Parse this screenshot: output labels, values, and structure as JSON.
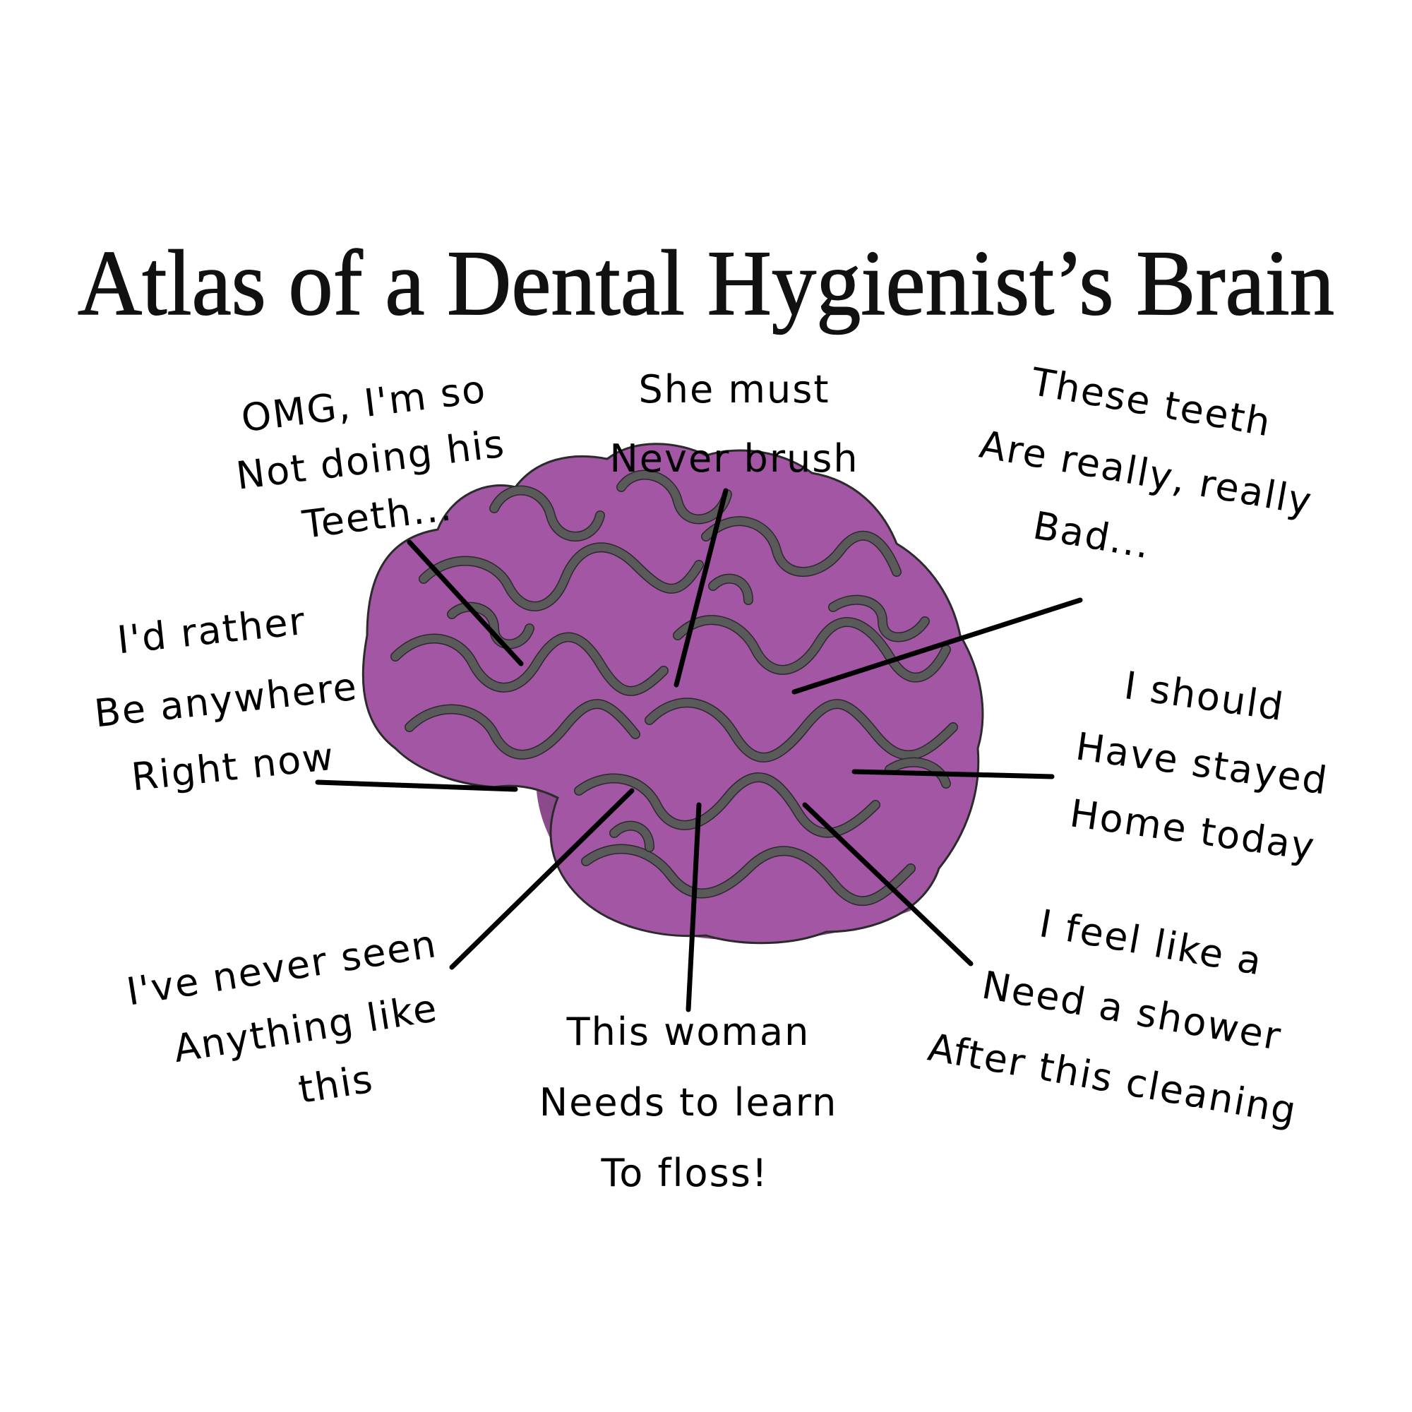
{
  "title": "Atlas of a Dental Hygienist’s Brain",
  "colors": {
    "brain": "#a256a4",
    "brain_dark": "#8a4a8c",
    "folds": "#5a5a5a",
    "text": "#000000"
  },
  "notes": {
    "omg": {
      "l1": "OMG, I'm so",
      "l2": "Not doing his",
      "l3": "Teeth..."
    },
    "she_must": {
      "l1": "She must",
      "l2": "Never brush"
    },
    "these_teeth": {
      "l1": "These teeth",
      "l2": "Are really, really",
      "l3": "Bad..."
    },
    "rather": {
      "l1": "I'd rather",
      "l2": "Be anywhere",
      "l3": "Right now"
    },
    "stayed": {
      "l1": "I should",
      "l2": "Have stayed",
      "l3": "Home today"
    },
    "never_seen": {
      "l1": "I've never seen",
      "l2": "Anything like",
      "l3": "this"
    },
    "floss": {
      "l1": "This woman",
      "l2": "Needs to learn",
      "l3": "To floss!"
    },
    "shower": {
      "l1": "I feel like a",
      "l2": "Need a shower",
      "l3": "After this cleaning"
    }
  }
}
